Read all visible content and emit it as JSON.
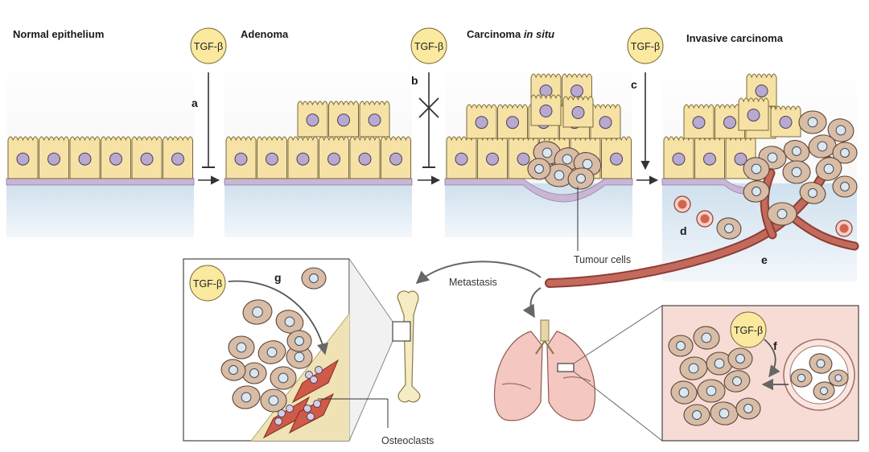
{
  "stages": {
    "normal": "Normal epithelium",
    "adenoma": "Adenoma",
    "cis_main": "Carcinoma ",
    "cis_italic": "in situ",
    "invasive": "Invasive carcinoma"
  },
  "tgf_label": "TGF-β",
  "letters": {
    "a": "a",
    "b": "b",
    "c": "c",
    "d": "d",
    "e": "e",
    "f": "f",
    "g": "g"
  },
  "labels": {
    "tumour_cells": "Tumour cells",
    "metastasis": "Metastasis",
    "osteoclasts": "Osteoclasts"
  },
  "colors": {
    "epithelial_cell": "#f7e2a6",
    "tumour_cell": "#d8bca6",
    "nucleus": "#b8a9cf",
    "tgf_circle": "#fbe9a0",
    "stroma": "#dde9f2",
    "basement": "#b9a3c7",
    "vessel": "#c46a5c",
    "osteoclast": "#cf5a47",
    "bone": "#f5ecc3",
    "lung": "#f4c7c1"
  }
}
